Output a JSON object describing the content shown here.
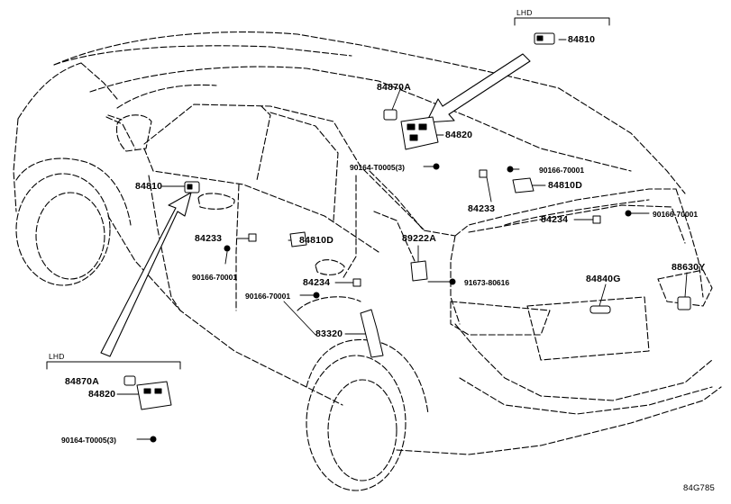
{
  "diagram": {
    "lhd_label_top": "LHD",
    "lhd_label_bottom": "LHD",
    "diagram_code": "84G785",
    "parts": {
      "p84810_top": "84810",
      "p84870A_top": "84870A",
      "p84820_top": "84820",
      "p90164_top": "90164-T0005(3)",
      "p90166_r1": "90166-70001",
      "p84810D_r": "84810D",
      "p84233_r": "84233",
      "p84234_r": "84234",
      "p90166_r2": "90166-70001",
      "p84810_left": "84810",
      "p84233_mid": "84233",
      "p84810D_mid": "84810D",
      "p90166_mid": "90166-70001",
      "p84234_mid": "84234",
      "p90166_mid2": "90166-70001",
      "p89222A": "89222A",
      "p91673": "91673-80616",
      "p84840G": "84840G",
      "p88630Y": "88630Y",
      "p83320": "83320",
      "p84870A_bl": "84870A",
      "p84820_bl": "84820",
      "p90164_bl": "90164-T0005(3)"
    }
  }
}
